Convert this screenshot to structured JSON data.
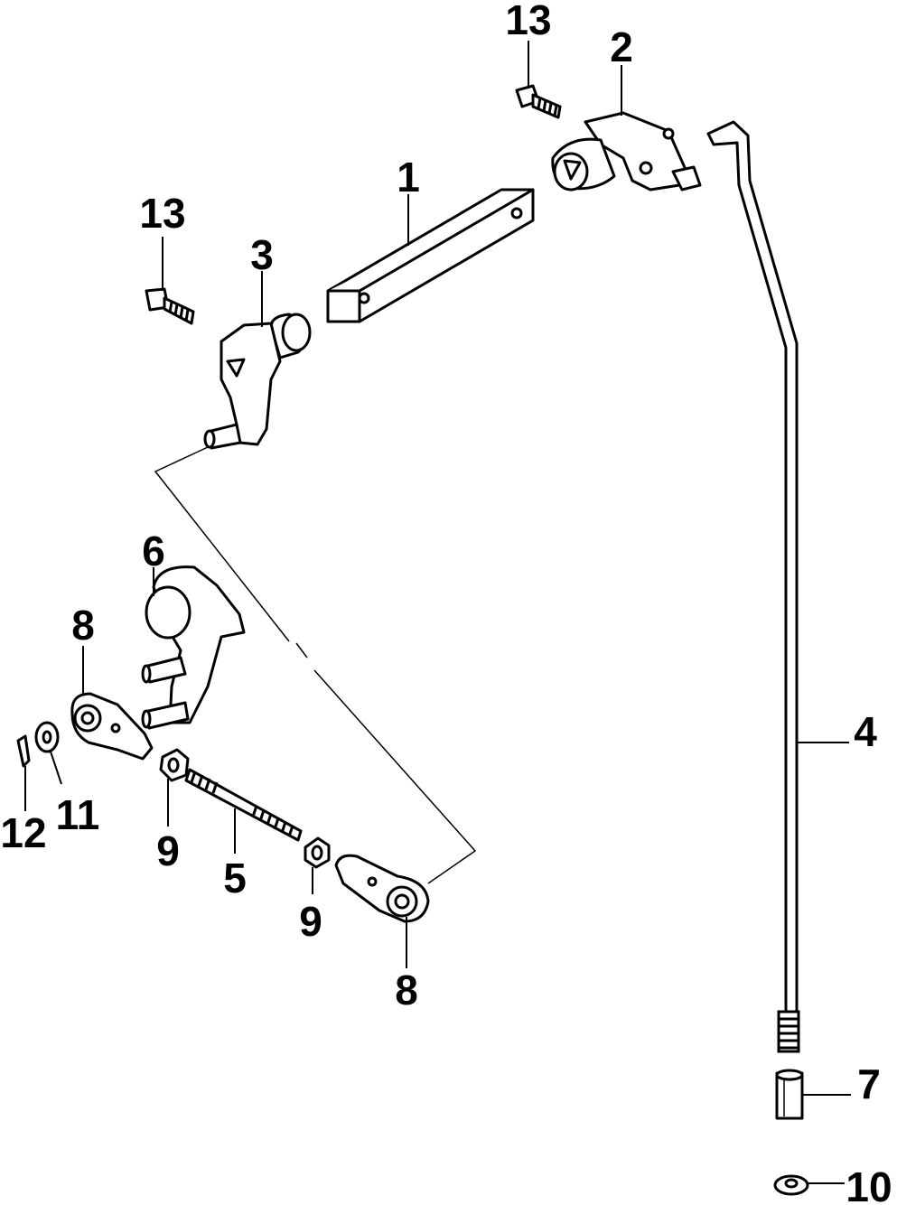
{
  "callouts": {
    "part1": "1",
    "part2": "2",
    "part3": "3",
    "part4": "4",
    "part5": "5",
    "part6": "6",
    "part7": "7",
    "part8_upper": "8",
    "part8_lower": "8",
    "part9_left": "9",
    "part9_right": "9",
    "part10": "10",
    "part11": "11",
    "part12": "12",
    "part13_upper": "13",
    "part13_lower": "13"
  }
}
